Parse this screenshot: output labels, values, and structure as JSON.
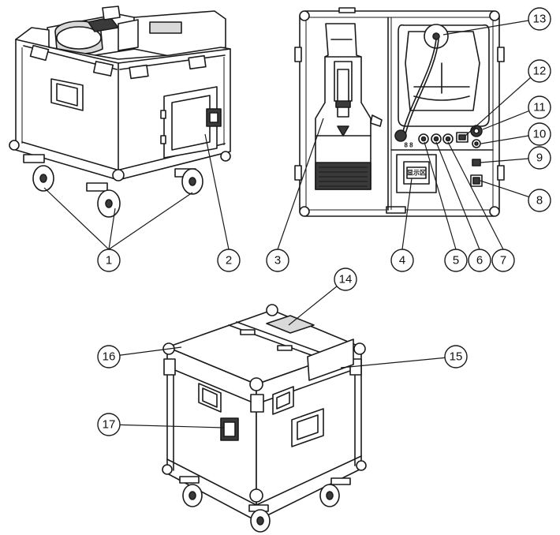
{
  "callouts": [
    {
      "id": "1",
      "label": "1"
    },
    {
      "id": "2",
      "label": "2"
    },
    {
      "id": "3",
      "label": "3"
    },
    {
      "id": "4",
      "label": "4"
    },
    {
      "id": "5",
      "label": "5"
    },
    {
      "id": "6",
      "label": "6"
    },
    {
      "id": "7",
      "label": "7"
    },
    {
      "id": "8",
      "label": "8"
    },
    {
      "id": "9",
      "label": "9"
    },
    {
      "id": "10",
      "label": "10"
    },
    {
      "id": "11",
      "label": "11"
    },
    {
      "id": "12",
      "label": "12"
    },
    {
      "id": "13",
      "label": "13"
    },
    {
      "id": "14",
      "label": "14"
    },
    {
      "id": "15",
      "label": "15"
    },
    {
      "id": "16",
      "label": "16"
    },
    {
      "id": "17",
      "label": "17"
    }
  ],
  "display_tag": "显示区"
}
